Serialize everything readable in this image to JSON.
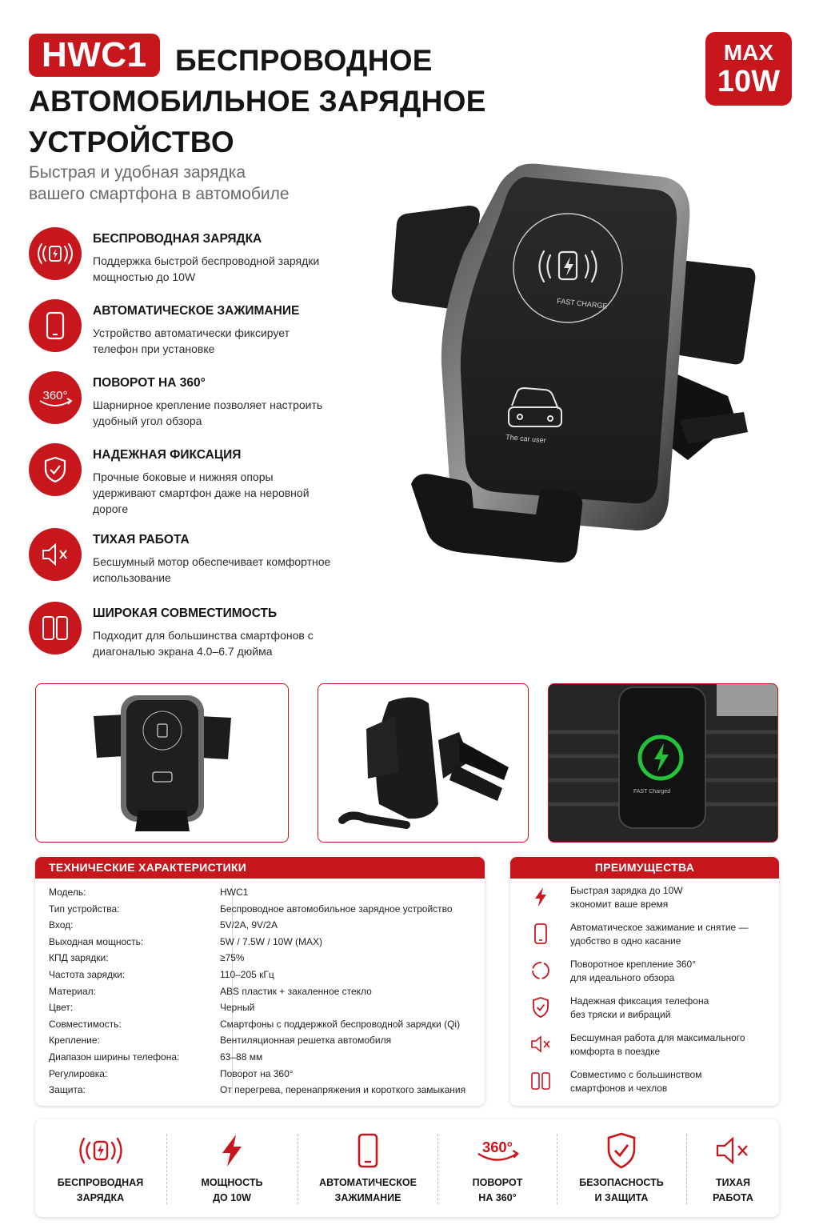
{
  "header": {
    "model": "HWC1",
    "title_line1": "БЕСПРОВОДНОЕ",
    "title_line2": "АВТОМОБИЛЬНОЕ ЗАРЯДНОЕ",
    "title_line3": "УСТРОЙСТВО",
    "subtitle_line1": "Быстрая и удобная зарядка",
    "subtitle_line2": "вашего смартфона в автомобиле",
    "max_label": "MAX",
    "max_value": "10W"
  },
  "colors": {
    "accent": "#c8161d",
    "text": "#151515",
    "muted": "#6b6b6b"
  },
  "features": [
    {
      "icon": "wireless-charge-icon",
      "title": "БЕСПРОВОДНАЯ ЗАРЯДКА",
      "desc": "Поддержка быстрой беспроводной зарядки мощностью до 10W"
    },
    {
      "icon": "phone-icon",
      "title": "АВТОМАТИЧЕСКОЕ ЗАЖИМАНИЕ",
      "desc": "Устройство автоматически фиксирует телефон при установке"
    },
    {
      "icon": "rotate-360-icon",
      "title": "ПОВОРОТ НА 360°",
      "desc": "Шарнирное крепление позволяет настроить удобный угол обзора"
    },
    {
      "icon": "shield-check-icon",
      "title": "НАДЕЖНАЯ ФИКСАЦИЯ",
      "desc": "Прочные боковые и нижняя опоры удерживают смартфон даже на неровной дороге"
    },
    {
      "icon": "speaker-mute-icon",
      "title": "ТИХАЯ РАБОТА",
      "desc": "Бесшумный мотор обеспечивает комфортное использование"
    },
    {
      "icon": "two-phones-icon",
      "title": "ШИРОКАЯ СОВМЕСТИМОСТЬ",
      "desc": "Подходит для большинства смартфонов с диагональю экрана 4.0–6.7 дюйма"
    }
  ],
  "product_print": {
    "fast_charge": "FAST CHARGE",
    "car_user": "The car user",
    "fast_charged": "FAST Charged"
  },
  "specs": {
    "title": "ТЕХНИЧЕСКИЕ ХАРАКТЕРИСТИКИ",
    "rows": [
      {
        "k": "Модель:",
        "v": "HWC1"
      },
      {
        "k": "Тип устройства:",
        "v": "Беспроводное автомобильное зарядное устройство"
      },
      {
        "k": "Вход:",
        "v": "5V/2A, 9V/2A"
      },
      {
        "k": "Выходная мощность:",
        "v": "5W / 7.5W / 10W (MAX)"
      },
      {
        "k": "КПД зарядки:",
        "v": "≥75%"
      },
      {
        "k": "Частота зарядки:",
        "v": "110–205 кГц"
      },
      {
        "k": "Материал:",
        "v": "ABS пластик + закаленное стекло"
      },
      {
        "k": "Цвет:",
        "v": "Черный"
      },
      {
        "k": "Совместимость:",
        "v": "Смартфоны с поддержкой беспроводной зарядки (Qi)"
      },
      {
        "k": "Крепление:",
        "v": "Вентиляционная решетка автомобиля"
      },
      {
        "k": "Диапазон ширины телефона:",
        "v": "63–88 мм"
      },
      {
        "k": "Регулировка:",
        "v": "Поворот на 360°"
      },
      {
        "k": "Защита:",
        "v": "От перегрева, перенапряжения и короткого замыкания"
      }
    ]
  },
  "advantages": {
    "title": "ПРЕИМУЩЕСТВА",
    "items": [
      {
        "icon": "lightning-icon",
        "l1": "Быстрая зарядка до 10W",
        "l2": "экономит ваше время"
      },
      {
        "icon": "phone-icon",
        "l1": "Автоматическое зажимание и снятие —",
        "l2": "удобство в одно касание"
      },
      {
        "icon": "rotate-icon",
        "l1": "Поворотное крепление 360°",
        "l2": "для идеального обзора"
      },
      {
        "icon": "shield-check-icon",
        "l1": "Надежная фиксация телефона",
        "l2": "без тряски и вибраций"
      },
      {
        "icon": "speaker-mute-icon",
        "l1": "Бесшумная работа для максимального",
        "l2": "комфорта в поездке"
      },
      {
        "icon": "two-phones-icon",
        "l1": "Совместимо с большинством",
        "l2": "смартфонов и чехлов"
      }
    ]
  },
  "strip": [
    {
      "icon": "wireless-charge-icon",
      "l1": "БЕСПРОВОДНАЯ",
      "l2": "ЗАРЯДКА"
    },
    {
      "icon": "lightning-icon",
      "l1": "МОЩНОСТЬ",
      "l2": "ДО 10W"
    },
    {
      "icon": "phone-icon",
      "l1": "АВТОМАТИЧЕСКОЕ",
      "l2": "ЗАЖИМАНИЕ"
    },
    {
      "icon": "rotate-360-icon",
      "l1": "ПОВОРОТ",
      "l2": "НА 360°",
      "icon_text": "360°"
    },
    {
      "icon": "shield-check-icon",
      "l1": "БЕЗОПАСНОСТЬ",
      "l2": "И ЗАЩИТА"
    },
    {
      "icon": "speaker-mute-icon",
      "l1": "ТИХАЯ",
      "l2": "РАБОТА"
    }
  ]
}
